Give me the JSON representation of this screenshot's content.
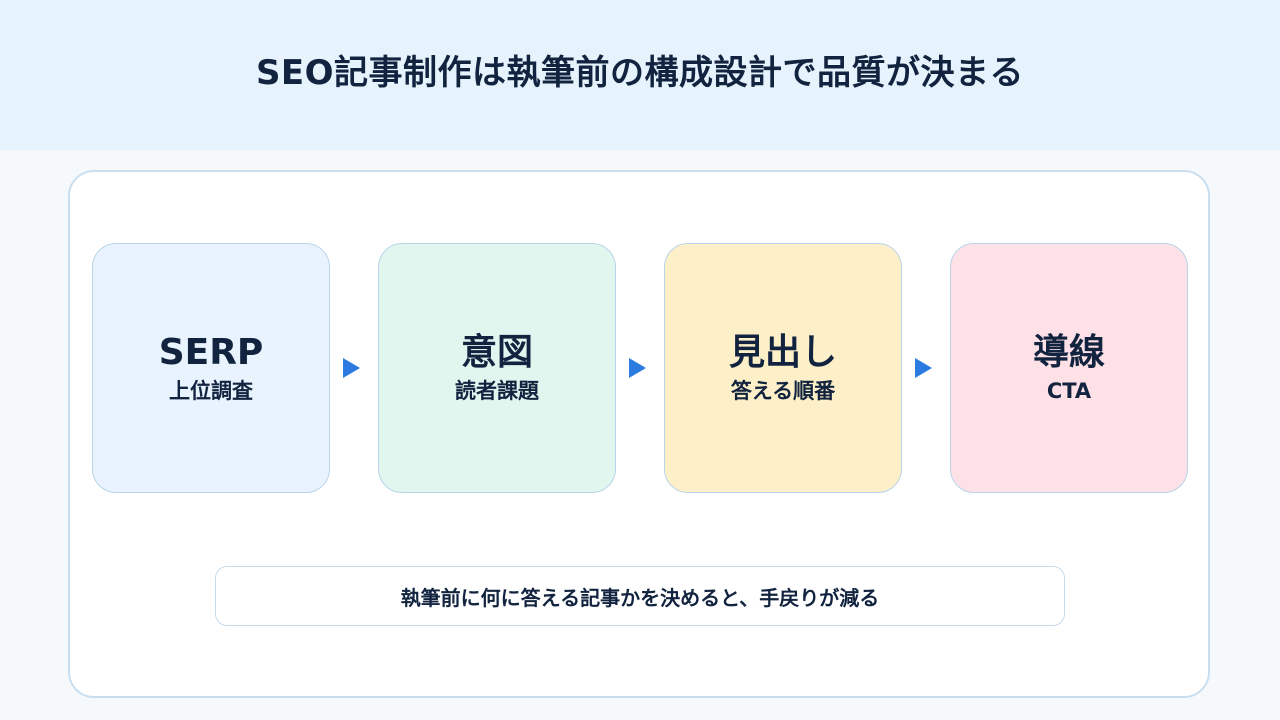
{
  "header": {
    "title": "SEO記事制作は執筆前の構成設計で品質が決まる"
  },
  "steps": [
    {
      "main": "SERP",
      "sub": "上位調査",
      "color": "#e8f3fd"
    },
    {
      "main": "意図",
      "sub": "読者課題",
      "color": "#e0f6ef"
    },
    {
      "main": "見出し",
      "sub": "答える順番",
      "color": "#fdf0c8"
    },
    {
      "main": "導線",
      "sub": "CTA",
      "color": "#fde1e6"
    }
  ],
  "arrow_color": "#2b7be0",
  "note": {
    "text": "執筆前に何に答える記事かを決めると、手戻りが減る"
  }
}
